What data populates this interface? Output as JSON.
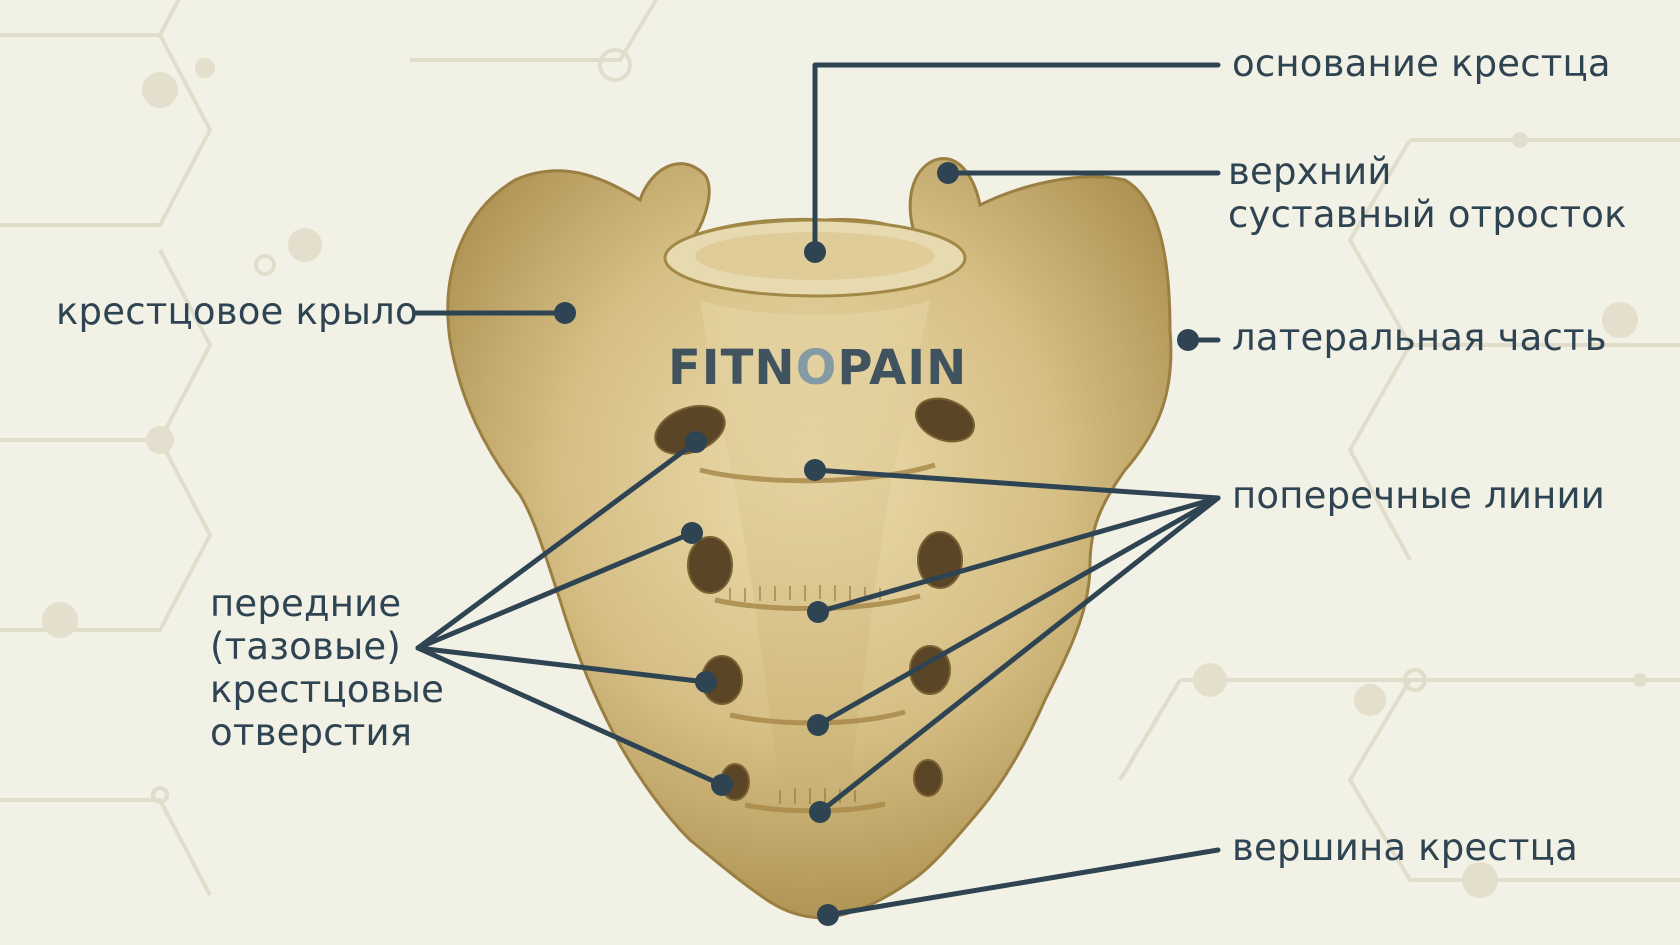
{
  "watermark": {
    "part1": "FITN",
    "part2": "O",
    "part3": "PAIN"
  },
  "labels": {
    "base": "основание крестца",
    "superior_process_1": "верхний",
    "superior_process_2": "суставный отросток",
    "ala": "крестцовое крыло",
    "lateral_part": "латеральная часть",
    "transverse_lines": "поперечные линии",
    "foramina_1": "передние",
    "foramina_2": "(тазовые)",
    "foramina_3": "крестцовые",
    "foramina_4": "отверстия",
    "apex": "вершина крестца"
  },
  "colors": {
    "background": "#f2f1e6",
    "bone": "#d9c48f",
    "bone_shadow": "#a88c4c",
    "line": "#2f4452",
    "hex_pattern": "#e1ddcb"
  }
}
